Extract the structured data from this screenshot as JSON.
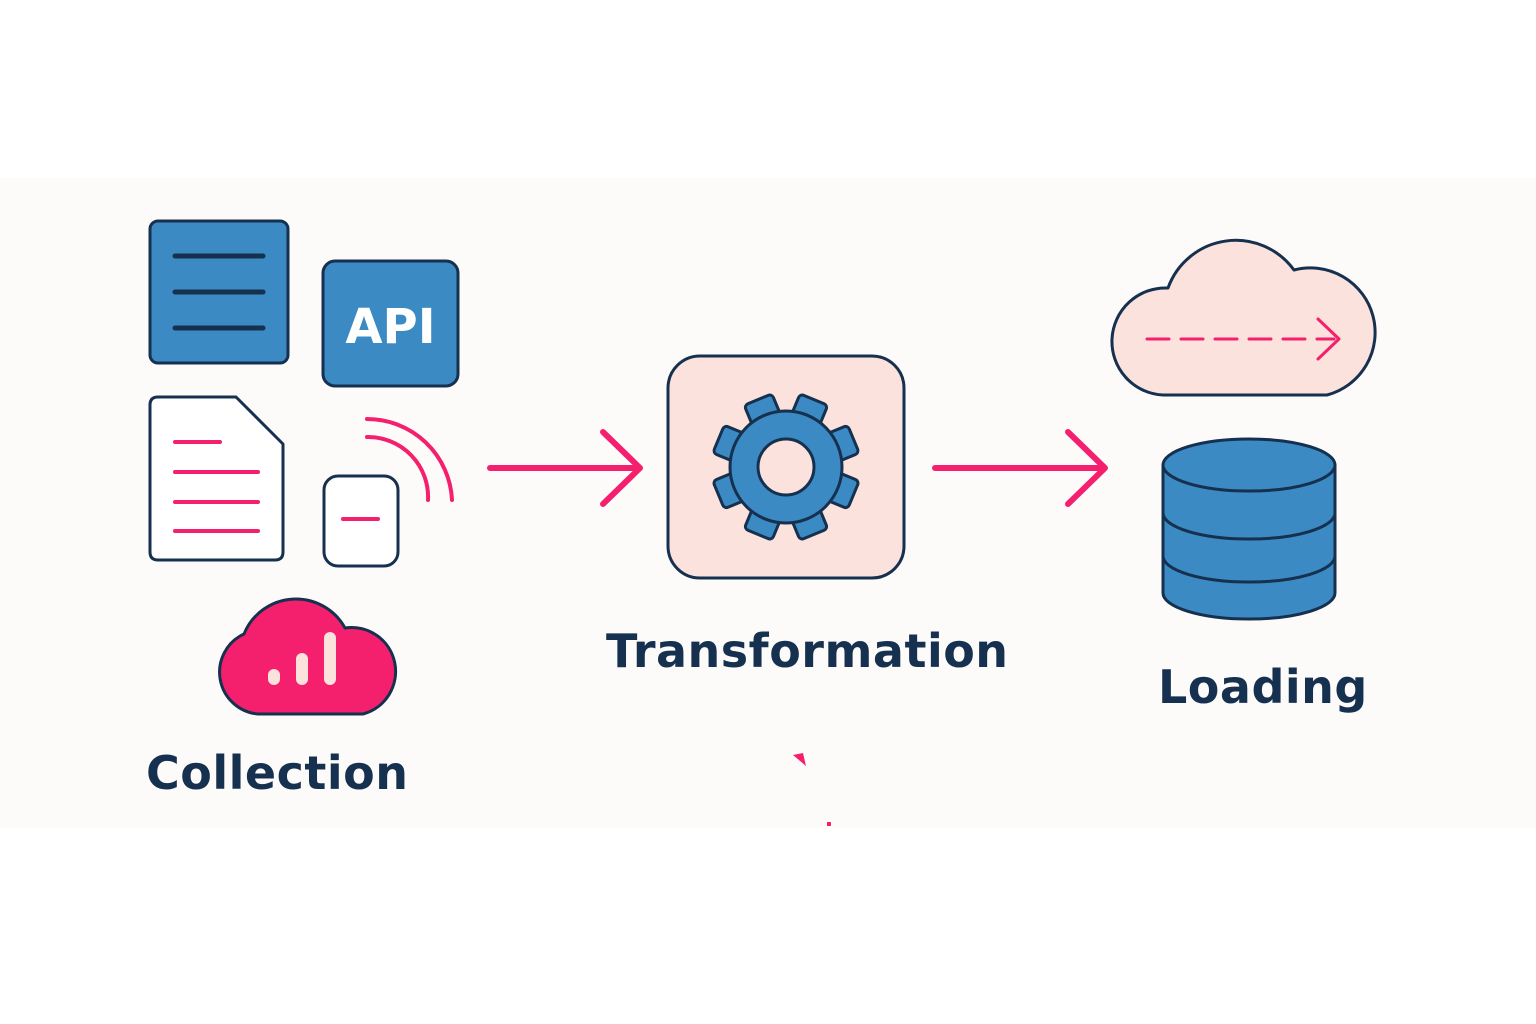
{
  "diagram": {
    "stages": [
      {
        "id": "collection",
        "label": "Collection",
        "icons": [
          "database-table-icon",
          "api-icon",
          "document-icon",
          "wireless-device-icon",
          "cloud-analytics-icon"
        ]
      },
      {
        "id": "transformation",
        "label": "Transformation",
        "icons": [
          "gear-icon"
        ]
      },
      {
        "id": "loading",
        "label": "Loading",
        "icons": [
          "cloud-transfer-icon",
          "database-icon"
        ]
      }
    ],
    "api_badge_text": "API",
    "colors": {
      "navy": "#16304f",
      "blue": "#3b8ac4",
      "pink": "#f5206d",
      "pale_pink": "#fbe2dc",
      "background": "#fdfbfa"
    }
  }
}
